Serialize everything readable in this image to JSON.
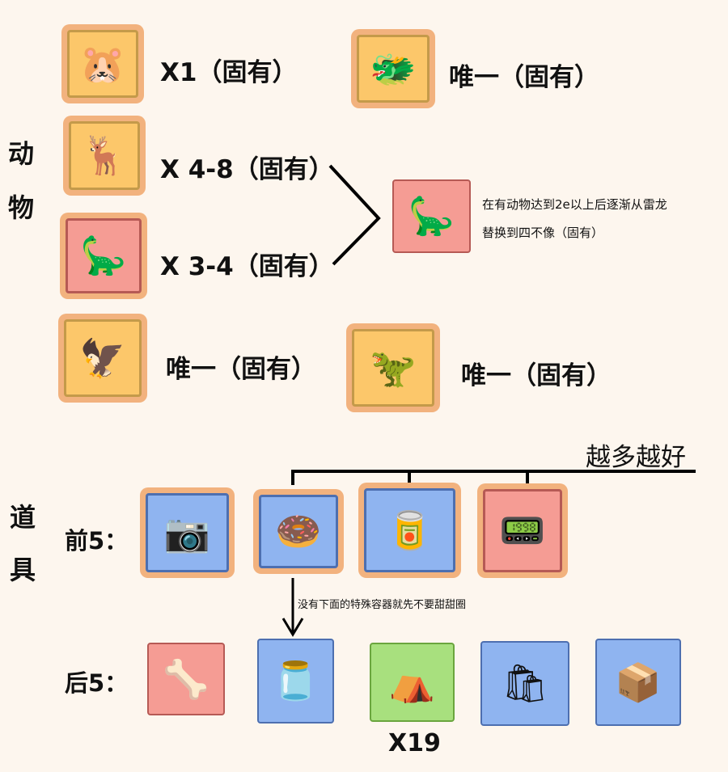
{
  "sections": {
    "animals": [
      "动",
      "物"
    ],
    "items": [
      "道",
      "具"
    ]
  },
  "animals": [
    {
      "name": "hamster",
      "icon": "🐹",
      "label": "X1（固有）",
      "color": "yellow"
    },
    {
      "name": "water-dragon",
      "icon": "🐲",
      "label": "唯一（固有）",
      "color": "yellow"
    },
    {
      "name": "milu-deer",
      "icon": "🦌",
      "label": "X 4-8（固有）",
      "color": "yellow"
    },
    {
      "name": "brontosaurus",
      "icon": "🦕",
      "label": "X 3-4（固有）",
      "color": "red"
    },
    {
      "name": "pterosaur",
      "icon": "🦅",
      "label": "唯一（固有）",
      "color": "yellow"
    },
    {
      "name": "t-rex",
      "icon": "🦖",
      "label": "唯一（固有）",
      "color": "yellow"
    }
  ],
  "replacement": {
    "icon": "🦕",
    "note_line1": "在有动物达到2e以上后逐渐从雷龙",
    "note_line2": "替换到四不像（固有）"
  },
  "items": {
    "more_is_better": "越多越好",
    "front_label": "前5：",
    "back_label": "后5：",
    "donut_note": "没有下面的特殊容器就先不要甜甜圈",
    "front": [
      {
        "name": "camera",
        "icon": "📷"
      },
      {
        "name": "donut",
        "icon": "🍩"
      },
      {
        "name": "tin-can",
        "icon": "🥫"
      },
      {
        "name": "device",
        "icon": "📟"
      }
    ],
    "back": [
      {
        "name": "fossil",
        "icon": "🦴"
      },
      {
        "name": "jar",
        "icon": "🫙"
      },
      {
        "name": "tent",
        "icon": "⛺"
      },
      {
        "name": "bag",
        "icon": "🛍"
      },
      {
        "name": "crate",
        "icon": "📦"
      }
    ],
    "tent_count": "X19"
  }
}
